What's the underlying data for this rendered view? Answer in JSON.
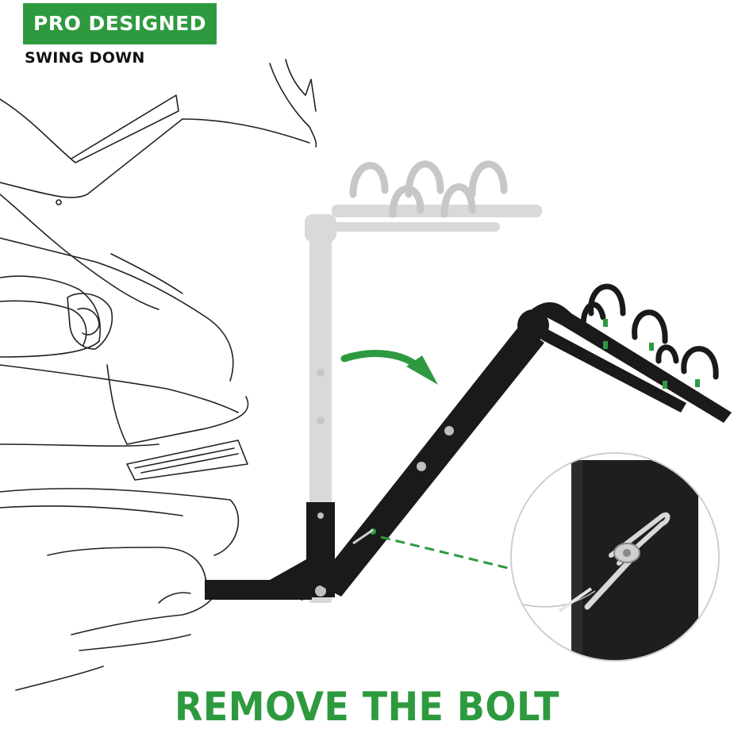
{
  "badge": {
    "label": "PRO DESIGNED"
  },
  "subtitle": {
    "text": "SWING DOWN"
  },
  "headline": {
    "text": "REMOVE THE BOLT"
  },
  "colors": {
    "accent_green": "#2e9a3f",
    "rack_black": "#1a1a1a",
    "ghost_gray": "#c8c8c8",
    "outline": "#222222"
  },
  "icons": [
    "car-outline-illustration",
    "rack-upright-ghost",
    "rack-swung-down",
    "swing-arrow-icon",
    "bolt-detail-callout"
  ]
}
